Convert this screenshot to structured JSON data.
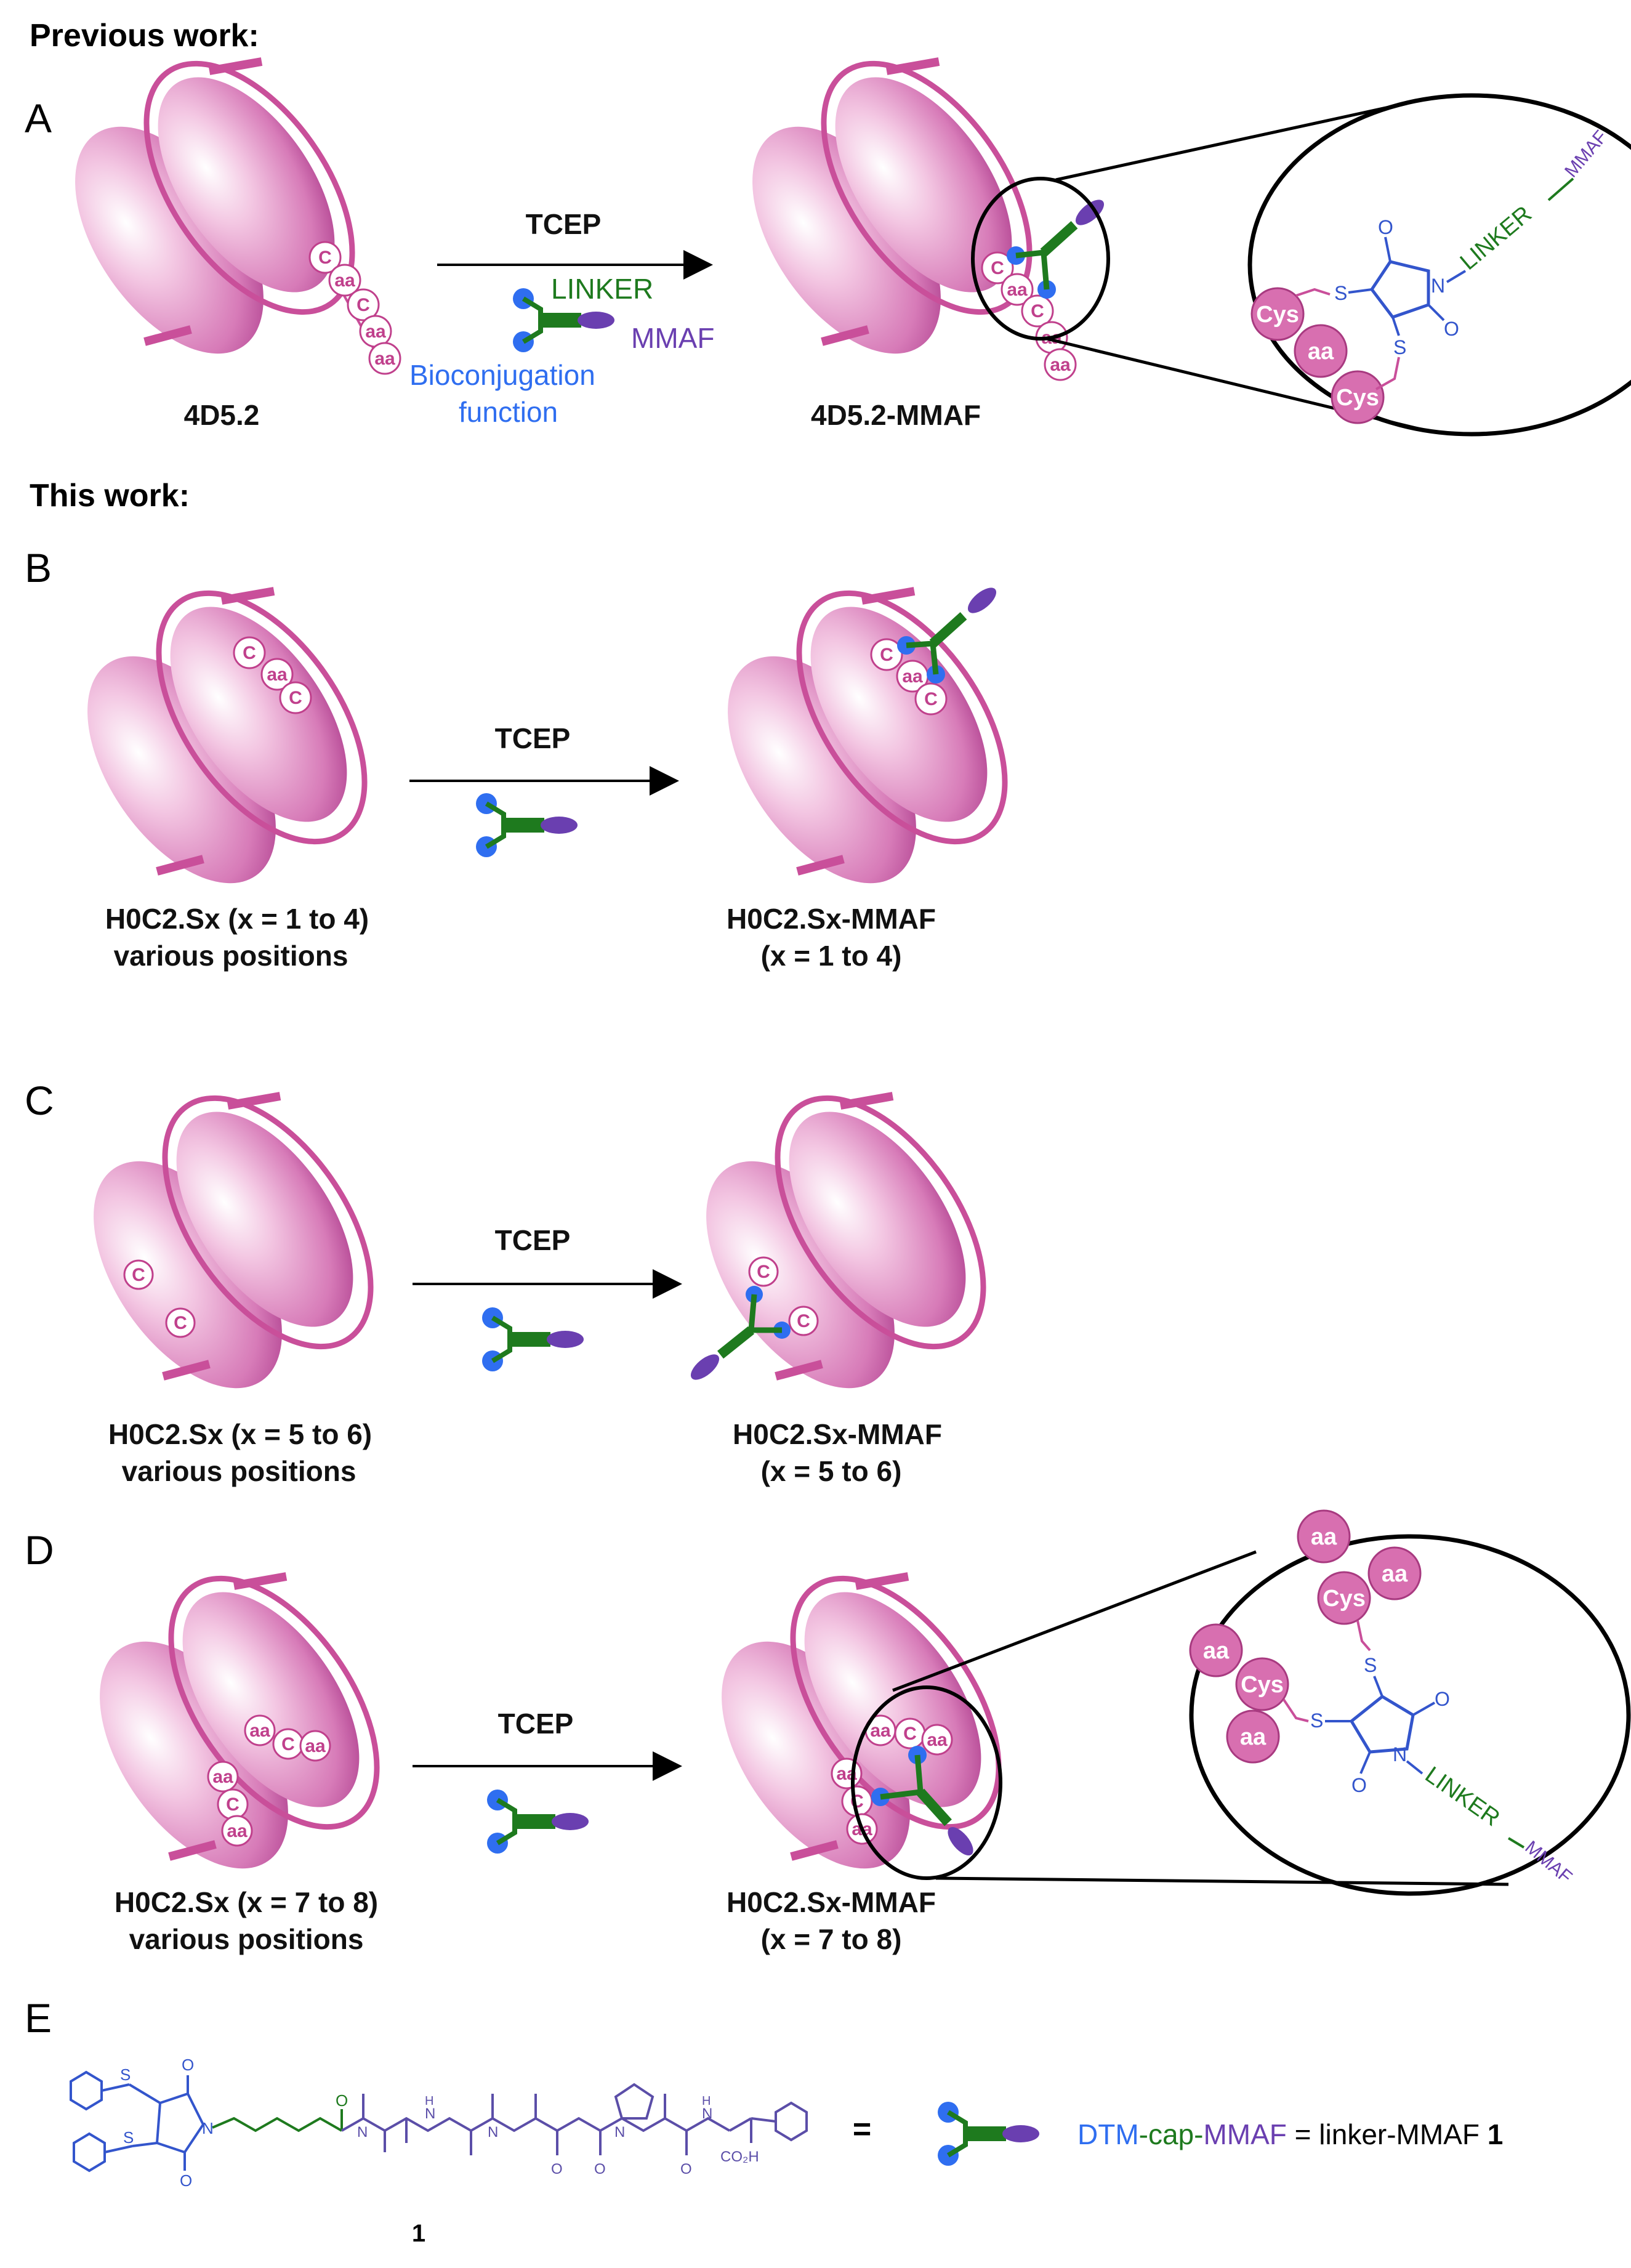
{
  "headers": {
    "previous_work": "Previous work:",
    "this_work": "This work:"
  },
  "panels": {
    "A": "A",
    "B": "B",
    "C": "C",
    "D": "D",
    "E": "E"
  },
  "reagent": "TCEP",
  "residues": {
    "cys_short": "C",
    "aa": "aa",
    "cys": "Cys"
  },
  "panel_a": {
    "left_caption": "4D5.2",
    "right_caption": "4D5.2-MMAF",
    "legend_linker": "LINKER",
    "legend_mmaf": "MMAF",
    "legend_bio_line1": "Bioconjugation",
    "legend_bio_line2": "function",
    "zoom_linker": "LINKER",
    "zoom_mmaf": "MMAF",
    "zoom_s": "S",
    "zoom_n": "N",
    "zoom_o": "O"
  },
  "panel_b": {
    "left_line1": "H0C2.Sx (x = 1 to 4)",
    "left_line2": "various positions",
    "right_line1": "H0C2.Sx-MMAF",
    "right_line2": "(x = 1 to 4)"
  },
  "panel_c": {
    "left_line1": "H0C2.Sx (x = 5 to 6)",
    "left_line2": "various positions",
    "right_line1": "H0C2.Sx-MMAF",
    "right_line2": "(x = 5 to 6)"
  },
  "panel_d": {
    "left_line1": "H0C2.Sx (x = 7 to 8)",
    "left_line2": "various positions",
    "right_line1": "H0C2.Sx-MMAF",
    "right_line2": "(x = 7 to 8)"
  },
  "panel_e": {
    "compound_number": "1",
    "equals": "=",
    "label_dtm": "DTM",
    "label_cap": "-cap-",
    "label_mmaf": "MMAF",
    "label_rest": " = linker-MMAF ",
    "label_bold_number": "1",
    "co2h": "CO₂H",
    "atom_o": "O",
    "atom_n": "N",
    "atom_s": "S",
    "atom_h": "H"
  },
  "colors": {
    "antibody": "#c94f9a",
    "antibody_light": "#fbe3f1",
    "linker_green": "#1e7a1e",
    "bioconjugation_blue": "#2f6ef0",
    "mmaf_purple": "#6a3fb0",
    "chem_blue": "#3355cc"
  }
}
